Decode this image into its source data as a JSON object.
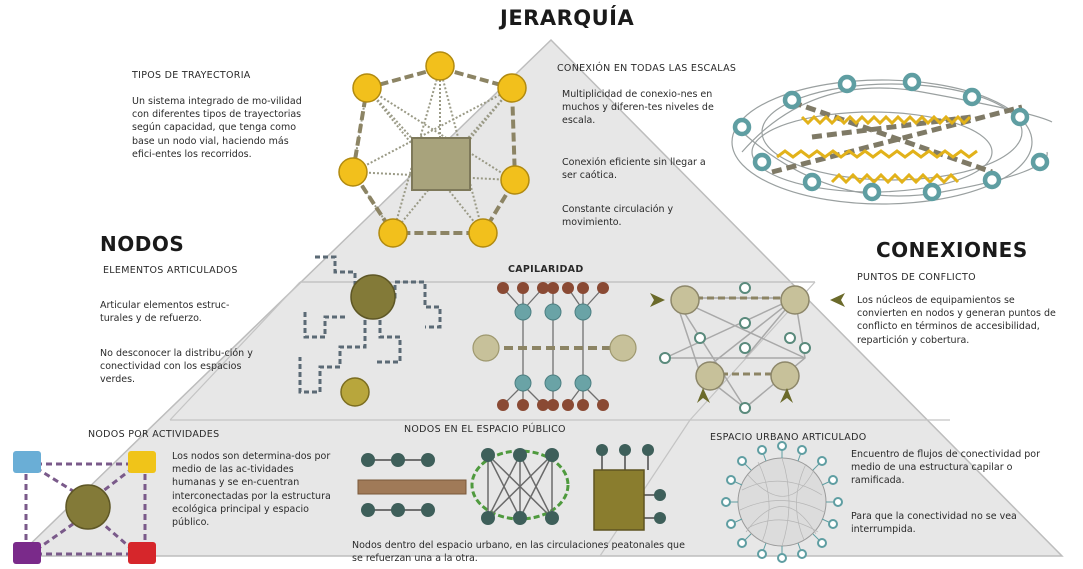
{
  "title": "JERARQUÍA",
  "labels": {
    "nodos": "NODOS",
    "conexiones": "CONEXIONES"
  },
  "sections": {
    "tipos_trayectoria": {
      "heading": "TIPOS DE TRAYECTORIA",
      "body": "Un sistema integrado de mo-vilidad con diferentes tipos de trayectorias según capacidad, que tenga como base  un nodo vial, haciendo más efici-entes los recorridos."
    },
    "conexion_escalas": {
      "heading": "CONEXIÓN EN TODAS LAS ESCALAS",
      "p1": "Multiplicidad de conexio-nes en muchos y diferen-tes niveles de escala.",
      "p2": "Conexión eficiente sin llegar a ser caótica.",
      "p3": "Constante circulación y movimiento."
    },
    "elementos_articulados": {
      "heading": "ELEMENTOS ARTICULADOS",
      "p1": "Articular elementos estruc-turales y de refuerzo.",
      "p2": "No desconocer la distribu-ción y  conectividad con los espacios verdes."
    },
    "capilaridad": {
      "heading": "CAPILARIDAD"
    },
    "puntos_conflicto": {
      "heading": "PUNTOS DE CONFLICTO",
      "body": "Los núcleos de equipamientos se convierten en nodos y generan puntos de conflicto en términos de accesibilidad, repartición y cobertura."
    },
    "nodos_actividades": {
      "heading": "NODOS POR ACTIVIDADES",
      "body": "Los nodos son determina-dos por medio de las ac-tividades humanas y se en-cuentran interconectadas por la estructura ecológica principal y espacio público."
    },
    "nodos_espacio_publico": {
      "heading": "NODOS EN EL ESPACIO PÚBLICO",
      "body": "Nodos dentro del espacio urbano, en las circulaciones peatonales que se refuerzan una a la otra."
    },
    "espacio_urbano": {
      "heading": "ESPACIO URBANO ARTICULADO",
      "p1": "Encuentro de flujos de conectividad por medio de una estructura capilar o ramificada.",
      "p2": "Para que la conectividad no se vea interrumpida."
    }
  },
  "colors": {
    "pyramid": "#e7e7e7",
    "pyramid_edge": "#b9b9b9",
    "yellow_node": "#f2c01c",
    "khaki": "#c7c19a",
    "olive": "#837a38",
    "teal": "#6aa3a6",
    "rust": "#8a4a34",
    "dash": "#8c8464",
    "blue_square": "#6aaed6",
    "yellow_square": "#f0c419",
    "purple_square": "#7a2a8a",
    "red_square": "#d6262b",
    "green": "#4f9a3e"
  }
}
